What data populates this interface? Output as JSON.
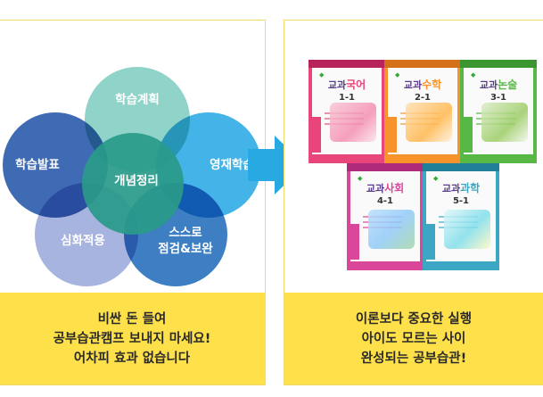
{
  "left": {
    "circles": {
      "top": "학습계획",
      "left": "학습발표",
      "right": "영재학습",
      "center": "개념정리",
      "bottom_left": "심화적용",
      "bottom_right_line1": "스스로",
      "bottom_right_line2": "점검&보완"
    },
    "caption": {
      "line1": "비싼 돈 들여",
      "line2": "공부습관캠프 보내지 마세요!",
      "line3": "어차피 효과 없습니다"
    }
  },
  "right": {
    "books": [
      {
        "subject_prefix": "교과",
        "subject": "국어",
        "grade": "1-1",
        "color": "#e8457a"
      },
      {
        "subject_prefix": "교과",
        "subject": "수학",
        "grade": "2-1",
        "color": "#f6932a"
      },
      {
        "subject_prefix": "교과",
        "subject": "논술",
        "grade": "3-1",
        "color": "#58b846"
      },
      {
        "subject_prefix": "교과",
        "subject": "사회",
        "grade": "4-1",
        "color": "#d9469a"
      },
      {
        "subject_prefix": "교과",
        "subject": "과학",
        "grade": "5-1",
        "color": "#3ba7c4"
      }
    ],
    "caption": {
      "line1": "이론보다 중요한 실행",
      "line2": "아이도 모르는 사이",
      "line3": "완성되는 공부습관!"
    }
  },
  "colors": {
    "caption_bg": "#fde04a",
    "arrow": "#29a9e1",
    "panel_border": "#f1d96a"
  }
}
